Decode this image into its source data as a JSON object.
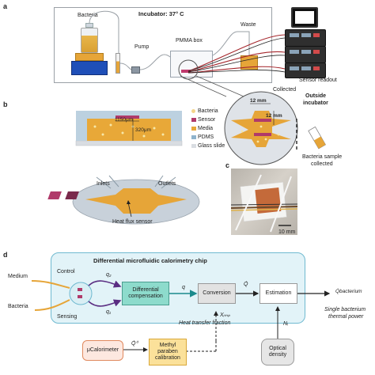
{
  "panel_a": {
    "letter": "a",
    "incubator_label": "Incubator: 37° C",
    "bacteria_label": "Bacteria",
    "pump_label": "Pump",
    "pmma_label": "PMMA box",
    "waste_label": "Waste",
    "sensor_readout_label": "Sensor readout",
    "collected_label": "Collected"
  },
  "panel_b": {
    "letter": "b",
    "dim_width": "1150μm",
    "dim_height": "320μm",
    "legend": [
      "Bacteria",
      "Sensor",
      "Media",
      "PDMS",
      "Glass slide"
    ],
    "legend_colors": [
      "#f4d58a",
      "#b03a6a",
      "#e8a838",
      "#8fb3cc",
      "#d9dde2"
    ],
    "zoom_dim_1": "12 mm",
    "zoom_dim_2": "12 mm",
    "outside_label": "Outside",
    "incubator_label": "incubator",
    "sample_label_1": "Bacteria sample",
    "sample_label_2": "collected",
    "inlets_label": "Inlets",
    "outlets_label": "Outlets",
    "heat_flux_label": "Heat flux sensor"
  },
  "panel_c": {
    "letter": "c",
    "scale_label": "10 mm"
  },
  "panel_d": {
    "letter": "d",
    "chip_title": "Differential microfluidic calorimetry chip",
    "medium_label": "Medium",
    "control_label": "Control",
    "bacteria_label": "Bacteria",
    "sensing_label": "Sensing",
    "q2": "q₂",
    "q1": "q₁",
    "q": "q",
    "diff_comp_1": "Differential",
    "diff_comp_2": "compensation",
    "conversion": "Conversion",
    "q_dot": "Q̇",
    "estimation": "Estimation",
    "q_bacterium": "Q̇bacterium",
    "single_1": "Single bacterium",
    "single_2": "thermal power",
    "x_imp": "Xᵢₘₚ",
    "heat_transfer": "Heat transfer fraction",
    "n_i": "Nᵢ",
    "ucalorimeter": "μCalorimeter",
    "q_dot_0": "Q̇⁰",
    "methyl_1": "Methyl",
    "methyl_2": "paraben",
    "methyl_3": "calibration",
    "optical_1": "Optical",
    "optical_2": "density"
  }
}
